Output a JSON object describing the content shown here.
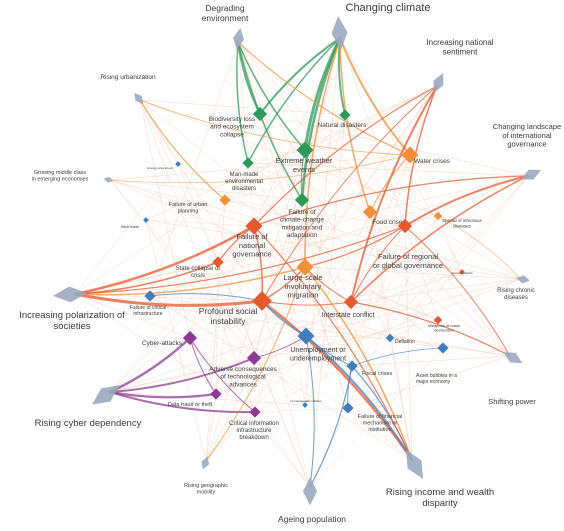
{
  "colors": {
    "economic": "#3f7fbf",
    "environmental": "#2e9a5a",
    "geopolitical": "#e8582f",
    "societal": "#f0913a",
    "technological": "#8e3a96",
    "trend": "#9aa8c0",
    "edge_light": "#f2b79a"
  },
  "trends": [
    {
      "id": "t_env",
      "label": "Degrading environment",
      "size": "m"
    },
    {
      "id": "t_climate",
      "label": "Changing climate",
      "size": "xl"
    },
    {
      "id": "t_national",
      "label": "Increasing national sentiment",
      "size": "m"
    },
    {
      "id": "t_urban",
      "label": "Rising urbanization",
      "size": "s"
    },
    {
      "id": "t_landscape",
      "label": "Changing landscape of international governance",
      "size": "m"
    },
    {
      "id": "t_middle",
      "label": "Growing middle class in emerging economies",
      "size": "xs"
    },
    {
      "id": "t_chronic",
      "label": "Rising chronic diseases",
      "size": "s"
    },
    {
      "id": "t_polar",
      "label": "Increasing polarization of societies",
      "size": "xl"
    },
    {
      "id": "t_shift",
      "label": "Shifting power",
      "size": "m"
    },
    {
      "id": "t_cyber",
      "label": "Rising cyber dependency",
      "size": "xl"
    },
    {
      "id": "t_mobility",
      "label": "Rising geographic mobility",
      "size": "s"
    },
    {
      "id": "t_ageing",
      "label": "Ageing population",
      "size": "l"
    },
    {
      "id": "t_income",
      "label": "Rising income and wealth disparity",
      "size": "xl"
    }
  ],
  "risks": [
    {
      "id": "r_biodiv",
      "label": "Biodiversity loss and ecosystem collapse",
      "cat": "environmental",
      "size": 4
    },
    {
      "id": "r_natdis",
      "label": "Natural disasters",
      "cat": "environmental",
      "size": 3
    },
    {
      "id": "r_extreme",
      "label": "Extreme weather events",
      "cat": "environmental",
      "size": 5
    },
    {
      "id": "r_water",
      "label": "Water crises",
      "cat": "societal",
      "size": 5
    },
    {
      "id": "r_manmade",
      "label": "Man-made environmental disasters",
      "cat": "environmental",
      "size": 3
    },
    {
      "id": "r_energy",
      "label": "Energy price shock",
      "cat": "economic",
      "size": 1
    },
    {
      "id": "r_urbanfail",
      "label": "Failure of urban planning",
      "cat": "societal",
      "size": 3
    },
    {
      "id": "r_climfail",
      "label": "Failure of climate-change mitigation and adaptation",
      "cat": "environmental",
      "size": 4
    },
    {
      "id": "r_food",
      "label": "Food crises",
      "cat": "societal",
      "size": 4
    },
    {
      "id": "r_infect",
      "label": "Spread of infectious diseases",
      "cat": "societal",
      "size": 2
    },
    {
      "id": "r_illicit",
      "label": "Illicit trade",
      "cat": "economic",
      "size": 1
    },
    {
      "id": "r_natgov",
      "label": "Failure of national governance",
      "cat": "geopolitical",
      "size": 5
    },
    {
      "id": "r_regional",
      "label": "Failure of regional or global governance",
      "cat": "geopolitical",
      "size": 4
    },
    {
      "id": "r_collapse",
      "label": "State collapse or crisis",
      "cat": "geopolitical",
      "size": 3
    },
    {
      "id": "r_migration",
      "label": "Large-scale involuntary migration",
      "cat": "societal",
      "size": 5
    },
    {
      "id": "r_terror",
      "label": "Terrorist attacks",
      "cat": "geopolitical",
      "size": 1
    },
    {
      "id": "r_critinf",
      "label": "Failure of critical infrastructure",
      "cat": "economic",
      "size": 3
    },
    {
      "id": "r_instab",
      "label": "Profound social instability",
      "cat": "geopolitical",
      "size": 6
    },
    {
      "id": "r_interstate",
      "label": "Interstate conflict",
      "cat": "geopolitical",
      "size": 4
    },
    {
      "id": "r_wmd",
      "label": "Weapons of mass destruction",
      "cat": "geopolitical",
      "size": 2
    },
    {
      "id": "r_deflation",
      "label": "Deflation",
      "cat": "economic",
      "size": 2
    },
    {
      "id": "r_cyberatt",
      "label": "Cyber-attacks",
      "cat": "technological",
      "size": 4
    },
    {
      "id": "r_unemploy",
      "label": "Unemployment or underemployment",
      "cat": "economic",
      "size": 5
    },
    {
      "id": "r_adverse",
      "label": "Adverse consequences of technological advances",
      "cat": "technological",
      "size": 4
    },
    {
      "id": "r_fiscal",
      "label": "Fiscal crises",
      "cat": "economic",
      "size": 3
    },
    {
      "id": "r_bubbles",
      "label": "Asset bubbles in a major economy",
      "cat": "economic",
      "size": 3
    },
    {
      "id": "r_datafraud",
      "label": "Data fraud or theft",
      "cat": "technological",
      "size": 3
    },
    {
      "id": "r_inflation",
      "label": "Unmanageable inflation",
      "cat": "economic",
      "size": 1
    },
    {
      "id": "r_finfail",
      "label": "Failure of financial mechanism or institution",
      "cat": "economic",
      "size": 3
    },
    {
      "id": "r_critinfo",
      "label": "Critical information infrastructure breakdown",
      "cat": "technological",
      "size": 3
    }
  ],
  "trend_links": [
    {
      "from": "t_climate",
      "to": "r_extreme",
      "w": 3,
      "color": "environmental"
    },
    {
      "from": "t_climate",
      "to": "r_natdis",
      "w": 2,
      "color": "environmental"
    },
    {
      "from": "t_climate",
      "to": "r_climfail",
      "w": 2.5,
      "color": "environmental"
    },
    {
      "from": "t_climate",
      "to": "r_biodiv",
      "w": 2,
      "color": "environmental"
    },
    {
      "from": "t_climate",
      "to": "r_water",
      "w": 2,
      "color": "societal"
    },
    {
      "from": "t_climate",
      "to": "r_food",
      "w": 1.5,
      "color": "societal"
    },
    {
      "from": "t_climate",
      "to": "r_migration",
      "w": 1.5,
      "color": "societal"
    },
    {
      "from": "t_climate",
      "to": "r_manmade",
      "w": 1.5,
      "color": "environmental"
    },
    {
      "from": "t_env",
      "to": "r_biodiv",
      "w": 2,
      "color": "environmental"
    },
    {
      "from": "t_env",
      "to": "r_manmade",
      "w": 1.5,
      "color": "environmental"
    },
    {
      "from": "t_env",
      "to": "r_extreme",
      "w": 1.5,
      "color": "environmental"
    },
    {
      "from": "t_env",
      "to": "r_water",
      "w": 1.2,
      "color": "societal"
    },
    {
      "from": "t_env",
      "to": "r_climfail",
      "w": 1.5,
      "color": "environmental"
    },
    {
      "from": "t_national",
      "to": "r_interstate",
      "w": 2,
      "color": "geopolitical"
    },
    {
      "from": "t_national",
      "to": "r_regional",
      "w": 1.5,
      "color": "geopolitical"
    },
    {
      "from": "t_national",
      "to": "r_natgov",
      "w": 1.2,
      "color": "geopolitical"
    },
    {
      "from": "t_national",
      "to": "r_instab",
      "w": 1,
      "color": "geopolitical"
    },
    {
      "from": "t_landscape",
      "to": "r_regional",
      "w": 2,
      "color": "geopolitical"
    },
    {
      "from": "t_landscape",
      "to": "r_interstate",
      "w": 1.5,
      "color": "geopolitical"
    },
    {
      "from": "t_landscape",
      "to": "r_natgov",
      "w": 1.2,
      "color": "geopolitical"
    },
    {
      "from": "t_urban",
      "to": "r_urbanfail",
      "w": 1.2,
      "color": "societal"
    },
    {
      "from": "t_urban",
      "to": "r_water",
      "w": 0.8,
      "color": "societal"
    },
    {
      "from": "t_polar",
      "to": "r_instab",
      "w": 3,
      "color": "geopolitical"
    },
    {
      "from": "t_polar",
      "to": "r_natgov",
      "w": 2.5,
      "color": "geopolitical"
    },
    {
      "from": "t_polar",
      "to": "r_migration",
      "w": 1.5,
      "color": "societal"
    },
    {
      "from": "t_polar",
      "to": "r_collapse",
      "w": 1.5,
      "color": "geopolitical"
    },
    {
      "from": "t_polar",
      "to": "r_regional",
      "w": 1.2,
      "color": "geopolitical"
    },
    {
      "from": "t_cyber",
      "to": "r_cyberatt",
      "w": 2.5,
      "color": "technological"
    },
    {
      "from": "t_cyber",
      "to": "r_datafraud",
      "w": 2.2,
      "color": "technological"
    },
    {
      "from": "t_cyber",
      "to": "r_critinfo",
      "w": 2,
      "color": "technological"
    },
    {
      "from": "t_cyber",
      "to": "r_adverse",
      "w": 2,
      "color": "technological"
    },
    {
      "from": "t_income",
      "to": "r_instab",
      "w": 2.5,
      "color": "geopolitical"
    },
    {
      "from": "t_income",
      "to": "r_unemploy",
      "w": 2,
      "color": "economic"
    },
    {
      "from": "t_income",
      "to": "r_migration",
      "w": 1.5,
      "color": "societal"
    },
    {
      "from": "t_income",
      "to": "r_fiscal",
      "w": 1.2,
      "color": "economic"
    },
    {
      "from": "t_income",
      "to": "r_natgov",
      "w": 1.2,
      "color": "geopolitical"
    },
    {
      "from": "t_ageing",
      "to": "r_fiscal",
      "w": 1.2,
      "color": "economic"
    },
    {
      "from": "t_ageing",
      "to": "r_unemploy",
      "w": 1,
      "color": "economic"
    },
    {
      "from": "t_shift",
      "to": "r_interstate",
      "w": 1.2,
      "color": "geopolitical"
    },
    {
      "from": "t_shift",
      "to": "r_regional",
      "w": 1,
      "color": "geopolitical"
    },
    {
      "from": "t_mobility",
      "to": "r_migration",
      "w": 1,
      "color": "societal"
    },
    {
      "from": "t_middle",
      "to": "r_water",
      "w": 0.6,
      "color": "societal"
    },
    {
      "from": "t_chronic",
      "to": "r_infect",
      "w": 0.6,
      "color": "societal"
    }
  ],
  "risk_links": [
    {
      "from": "r_instab",
      "to": "r_migration",
      "w": 1.5,
      "color": "geopolitical"
    },
    {
      "from": "r_instab",
      "to": "r_natgov",
      "w": 1.5,
      "color": "geopolitical"
    },
    {
      "from": "r_instab",
      "to": "r_unemploy",
      "w": 1.5,
      "color": "economic"
    },
    {
      "from": "r_instab",
      "to": "r_interstate",
      "w": 1,
      "color": "geopolitical"
    },
    {
      "from": "r_instab",
      "to": "r_critinf",
      "w": 1,
      "color": "economic"
    },
    {
      "from": "r_migration",
      "to": "r_regional",
      "w": 1.2,
      "color": "geopolitical"
    },
    {
      "from": "r_migration",
      "to": "r_interstate",
      "w": 1,
      "color": "geopolitical"
    },
    {
      "from": "r_natgov",
      "to": "r_collapse",
      "w": 1.2,
      "color": "geopolitical"
    },
    {
      "from": "r_water",
      "to": "r_food",
      "w": 1,
      "color": "societal"
    },
    {
      "from": "r_extreme",
      "to": "r_climfail",
      "w": 1,
      "color": "environmental"
    },
    {
      "from": "r_cyberatt",
      "to": "r_datafraud",
      "w": 1,
      "color": "technological"
    },
    {
      "from": "r_cyberatt",
      "to": "r_critinfo",
      "w": 1,
      "color": "technological"
    },
    {
      "from": "r_unemploy",
      "to": "r_fiscal",
      "w": 1,
      "color": "economic"
    },
    {
      "from": "r_fiscal",
      "to": "r_finfail",
      "w": 1,
      "color": "economic"
    },
    {
      "from": "r_bubbles",
      "to": "r_fiscal",
      "w": 0.8,
      "color": "economic"
    },
    {
      "from": "r_regional",
      "to": "r_interstate",
      "w": 1,
      "color": "geopolitical"
    },
    {
      "from": "r_adverse",
      "to": "r_unemploy",
      "w": 1,
      "color": "technological"
    }
  ]
}
